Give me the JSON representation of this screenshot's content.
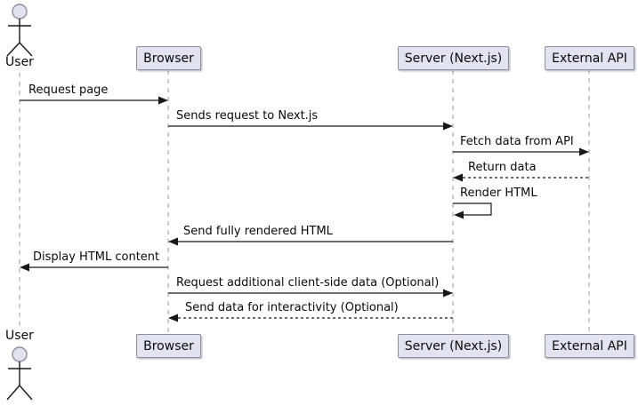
{
  "diagram_type": "uml-sequence",
  "colors": {
    "background": "#FFFFFF",
    "participant_fill": "#E2E2F0",
    "participant_border": "#8E8EA0",
    "lifeline": "#999999",
    "arrow": "#181818",
    "text": "#0A0A0A"
  },
  "actor": {
    "name": "User"
  },
  "participants": [
    {
      "label": "Browser"
    },
    {
      "label": "Server (Next.js)"
    },
    {
      "label": "External API"
    }
  ],
  "messages": [
    {
      "label": "Request page",
      "from": "User",
      "to": "Browser",
      "line": "solid"
    },
    {
      "label": "Sends request to Next.js",
      "from": "Browser",
      "to": "Server (Next.js)",
      "line": "solid"
    },
    {
      "label": "Fetch data from API",
      "from": "Server (Next.js)",
      "to": "External API",
      "line": "solid"
    },
    {
      "label": "Return data",
      "from": "External API",
      "to": "Server (Next.js)",
      "line": "dashed"
    },
    {
      "label": "Render HTML",
      "from": "Server (Next.js)",
      "to": "Server (Next.js)",
      "line": "solid-self"
    },
    {
      "label": "Send fully rendered HTML",
      "from": "Server (Next.js)",
      "to": "Browser",
      "line": "solid"
    },
    {
      "label": "Display HTML content",
      "from": "Browser",
      "to": "User",
      "line": "solid"
    },
    {
      "label": "Request additional client-side data (Optional)",
      "from": "Browser",
      "to": "Server (Next.js)",
      "line": "solid"
    },
    {
      "label": "Send data for interactivity (Optional)",
      "from": "Server (Next.js)",
      "to": "Browser",
      "line": "dashed"
    }
  ]
}
